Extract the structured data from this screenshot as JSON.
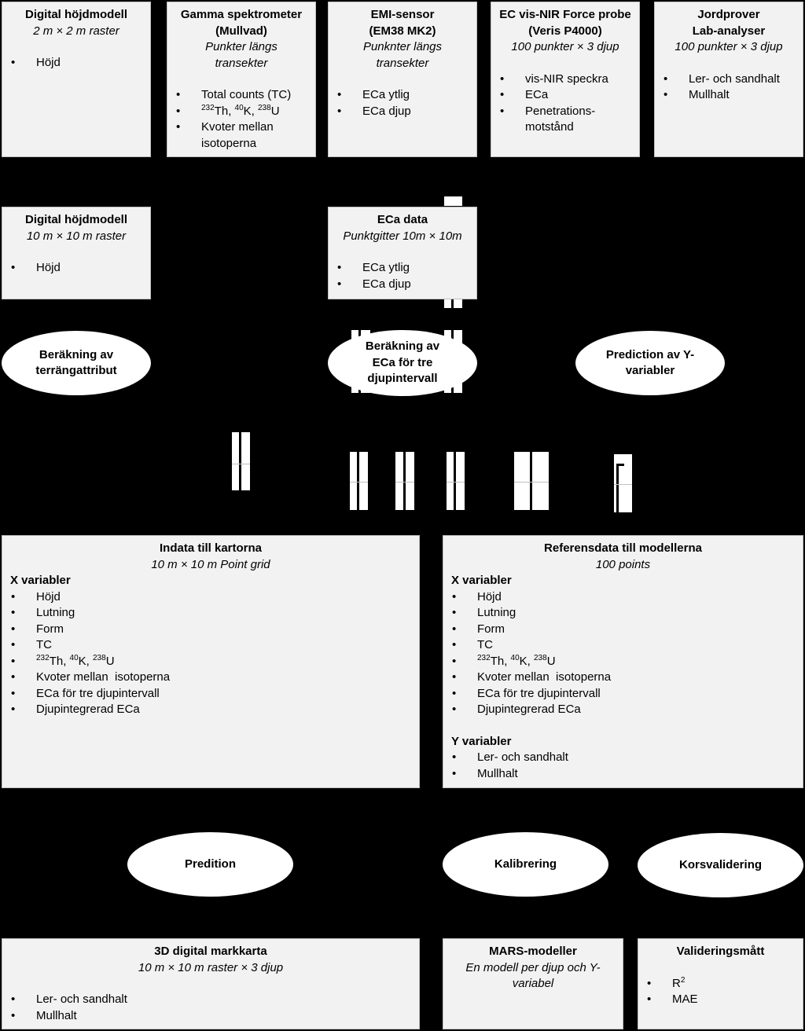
{
  "boxes": {
    "dem2": {
      "title": "Digital höjdmodell",
      "subtitle": "2 m × 2 m raster",
      "items": [
        "Höjd"
      ]
    },
    "gamma": {
      "title1": "Gamma spektrometer",
      "title2": "(Mullvad)",
      "subtitle1": "Punkter längs",
      "subtitle2": "transekter",
      "items": [
        "Total counts (TC)",
        "232Th, 40K, 238U",
        "Kvoter mellan",
        "isotoperna"
      ]
    },
    "emi": {
      "title1": "EMI-sensor",
      "title2": "(EM38 MK2)",
      "subtitle1": "Punknter längs",
      "subtitle2": "transekter",
      "items": [
        "ECa ytlig",
        "ECa djup"
      ]
    },
    "ec": {
      "title1": "EC vis-NIR Force probe",
      "title2": "(Veris P4000)",
      "subtitle": "100 punkter × 3 djup",
      "items": [
        "vis-NIR speckra",
        "ECa",
        "Penetrations-",
        "motstånd"
      ]
    },
    "jord": {
      "title1": "Jordprover",
      "title2": "Lab-analyser",
      "subtitle": "100 punkter × 3 djup",
      "items": [
        "Ler- och sandhalt",
        "Mullhalt"
      ]
    },
    "dem10": {
      "title": "Digital höjdmodell",
      "subtitle": "10 m × 10 m raster",
      "items": [
        "Höjd"
      ]
    },
    "eca": {
      "title": "ECa data",
      "subtitle": "Punktgitter 10m × 10m",
      "items": [
        "ECa ytlig",
        "ECa djup"
      ]
    },
    "indata": {
      "title": "Indata till kartorna",
      "subtitle": "10 m × 10 m Point grid",
      "xhead": "X variabler",
      "items": [
        "Höjd",
        "Lutning",
        "Form",
        "TC",
        "232Th, 40K, 238U",
        "Kvoter mellan  isotoperna",
        "ECa för tre djupintervall",
        "Djupintegrerad ECa"
      ]
    },
    "referens": {
      "title": "Referensdata till modellerna",
      "subtitle": "100 points",
      "xhead": "X variabler",
      "xitems": [
        "Höjd",
        "Lutning",
        "Form",
        "TC",
        "232Th, 40K, 238U",
        "Kvoter mellan  isotoperna",
        "ECa för tre djupintervall",
        "Djupintegrerad ECa"
      ],
      "yhead": "Y variabler",
      "yitems": [
        "Ler- och sandhalt",
        "Mullhalt"
      ]
    },
    "markkarta": {
      "title": "3D digital markkarta",
      "subtitle": "10 m × 10 m raster × 3 djup",
      "items": [
        "Ler- och sandhalt",
        "Mullhalt"
      ]
    },
    "mars": {
      "title": "MARS-modeller",
      "subtitle1": "En modell per djup och Y-",
      "subtitle2": "variabel"
    },
    "valid": {
      "title": "Valideringsmått",
      "items": [
        "R2",
        "MAE"
      ]
    }
  },
  "ovals": {
    "terrang": {
      "line1": "Beräkning av",
      "line2": "terrängattribut"
    },
    "eca3": {
      "line1": "Beräkning av",
      "line2": "ECa för tre",
      "line3": "djupintervall"
    },
    "predY": {
      "line1": "Prediction av Y-",
      "line2": "variabler"
    },
    "predition": {
      "line1": "Predition"
    },
    "kalib": {
      "line1": "Kalibrering"
    },
    "korsval": {
      "line1": "Korsvalidering"
    }
  }
}
